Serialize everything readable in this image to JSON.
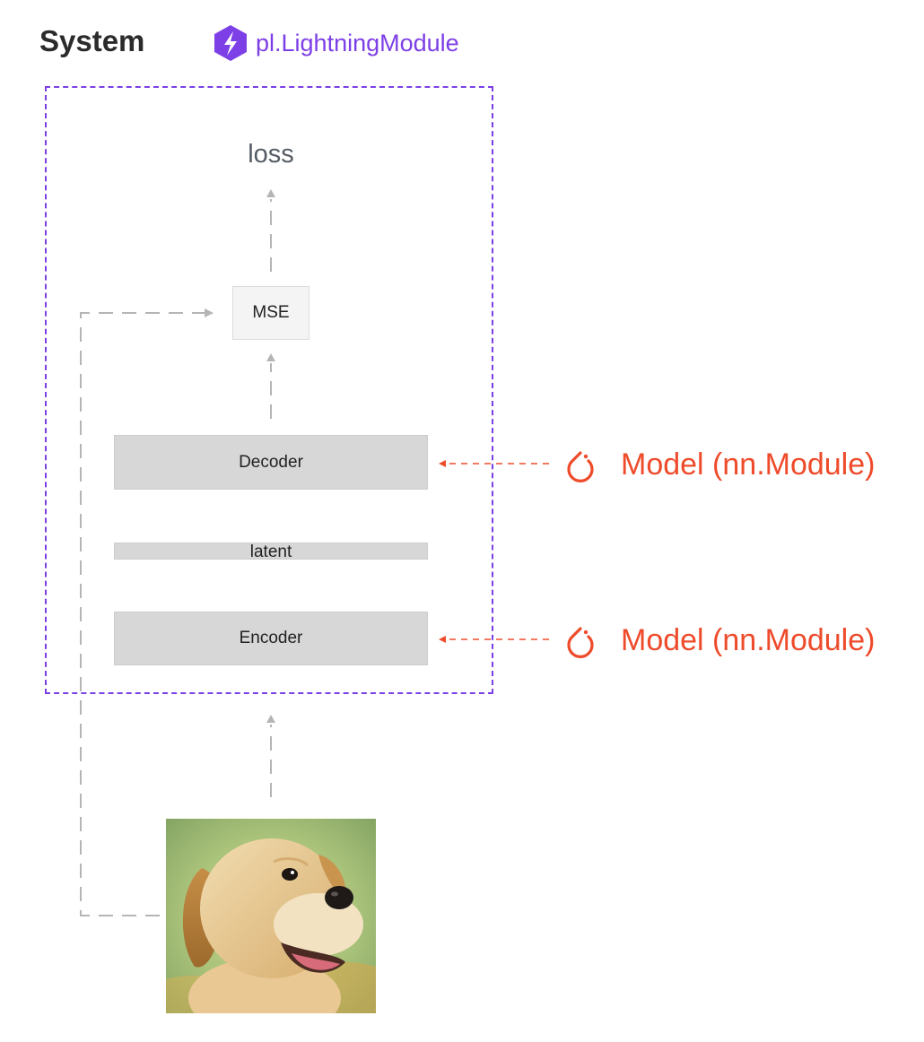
{
  "header": {
    "title": "System",
    "module_label": "pl.LightningModule",
    "module_icon": "lightning-hexagon-icon"
  },
  "diagram": {
    "loss_label": "loss",
    "mse_label": "MSE",
    "decoder_label": "Decoder",
    "latent_label": "latent",
    "encoder_label": "Encoder"
  },
  "models": [
    {
      "label": "Model (nn.Module)",
      "icon": "pytorch-icon"
    },
    {
      "label": "Model (nn.Module)",
      "icon": "pytorch-icon"
    }
  ],
  "input_image": {
    "subject": "puppy-photo"
  },
  "colors": {
    "lightning_purple": "#7b3fe4",
    "pytorch_red": "#ee4b2b",
    "arrow_gray": "#b5b5b5",
    "block_gray": "#d7d7d7"
  }
}
